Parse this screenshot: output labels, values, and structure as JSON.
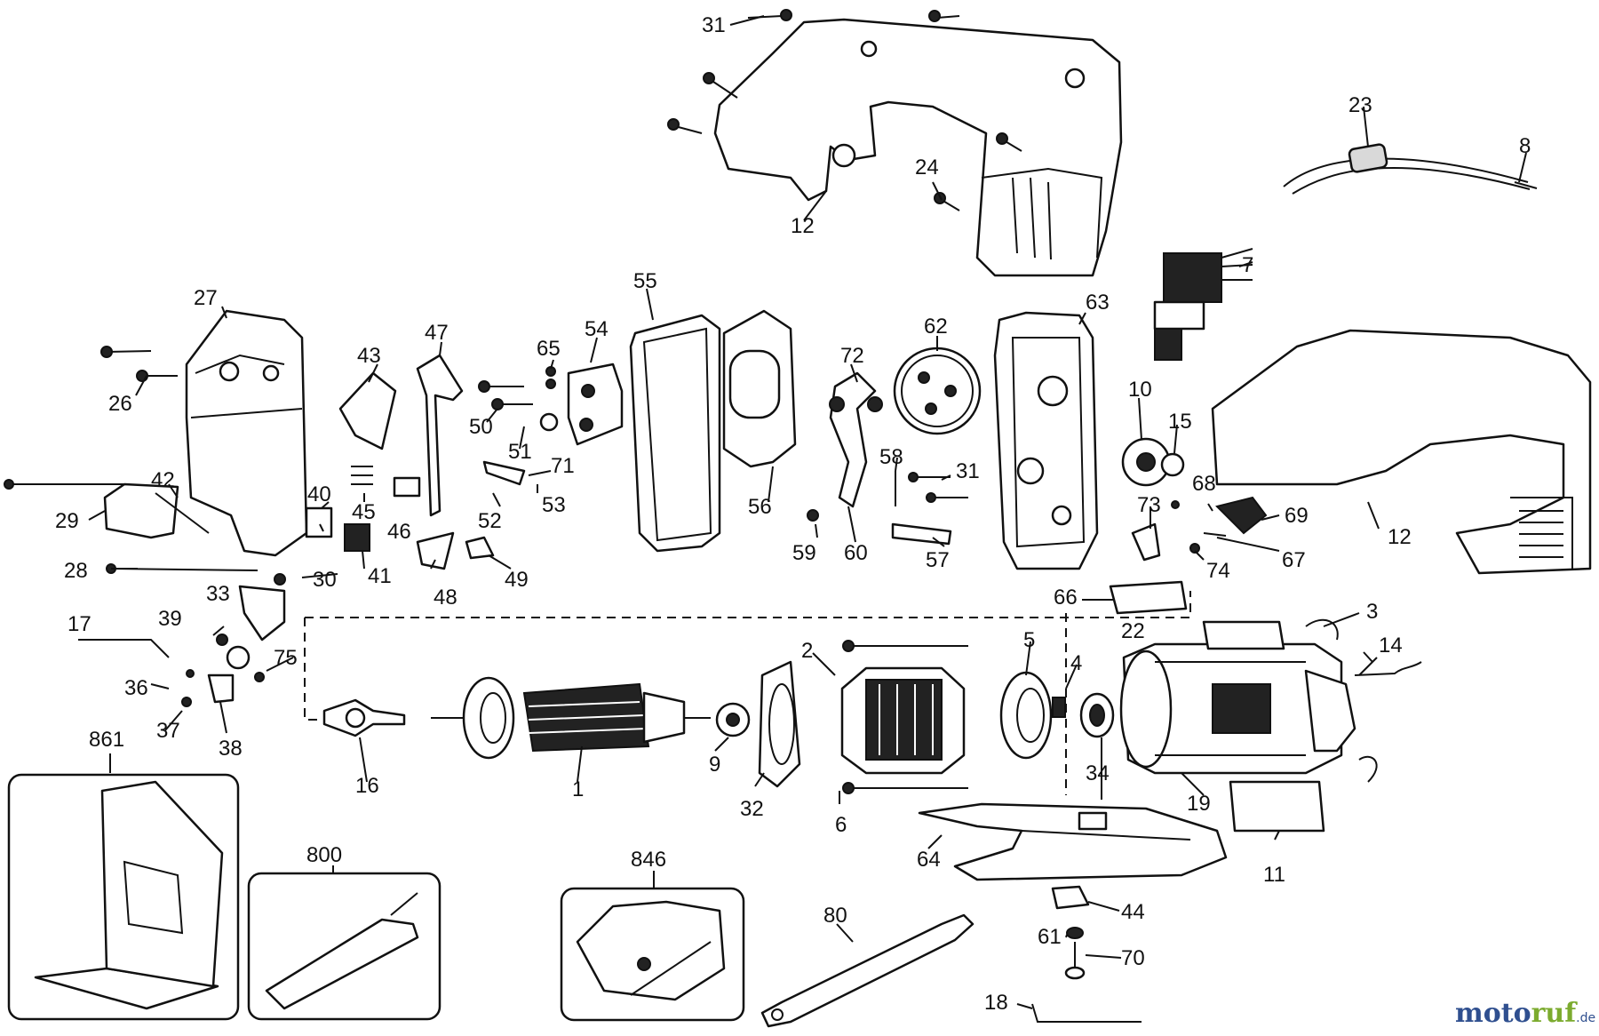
{
  "labels": {
    "l31a": "31",
    "l12a": "12",
    "l24": "24",
    "l23": "23",
    "l8": "8",
    "l7": "7",
    "l27": "27",
    "l26": "26",
    "l43": "43",
    "l47": "47",
    "l65": "65",
    "l54": "54",
    "l55": "55",
    "l72": "72",
    "l62": "62",
    "l63": "63",
    "l50": "50",
    "l51": "51",
    "l71": "71",
    "l10": "10",
    "l15": "15",
    "l12b": "12",
    "l29": "29",
    "l42": "42",
    "l45": "45",
    "l40": "40",
    "l46": "46",
    "l52": "52",
    "l53": "53",
    "l56": "56",
    "l58": "58",
    "l31b": "31",
    "l68": "68",
    "l73": "73",
    "l69": "69",
    "l67": "67",
    "l74": "74",
    "l28": "28",
    "l41": "41",
    "l30": "30",
    "l33": "33",
    "l48": "48",
    "l49": "49",
    "l59": "59",
    "l60": "60",
    "l57": "57",
    "l66": "66",
    "l22": "22",
    "l3": "3",
    "l17": "17",
    "l39": "39",
    "l75": "75",
    "l36": "36",
    "l37": "37",
    "l38": "38",
    "l2": "2",
    "l5": "5",
    "l4": "4",
    "l14": "14",
    "l16": "16",
    "l1": "1",
    "l9": "9",
    "l32": "32",
    "l6": "6",
    "l34": "34",
    "l19": "19",
    "l861": "861",
    "l800": "800",
    "l846": "846",
    "l80": "80",
    "l64": "64",
    "l11": "11",
    "l44": "44",
    "l61": "61",
    "l70": "70",
    "l18": "18"
  },
  "watermark": {
    "part1": "moto",
    "part2": "ruf",
    "suffix": ".de"
  }
}
